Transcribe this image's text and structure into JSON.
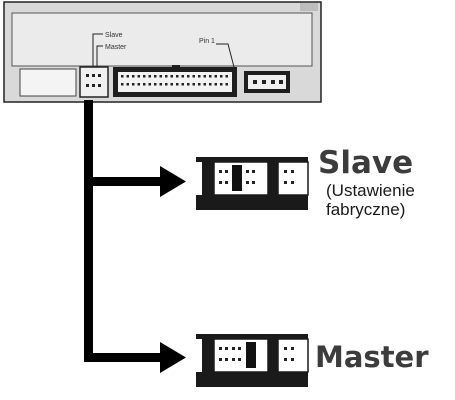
{
  "drive": {
    "label_slave": "Slave",
    "label_master": "Master",
    "label_pin1": "Pin 1"
  },
  "options": [
    {
      "id": "slave",
      "title": "Slave",
      "note_line1": "(Ustawienie",
      "note_line2": "fabryczne)"
    },
    {
      "id": "master",
      "title": "Master"
    }
  ]
}
